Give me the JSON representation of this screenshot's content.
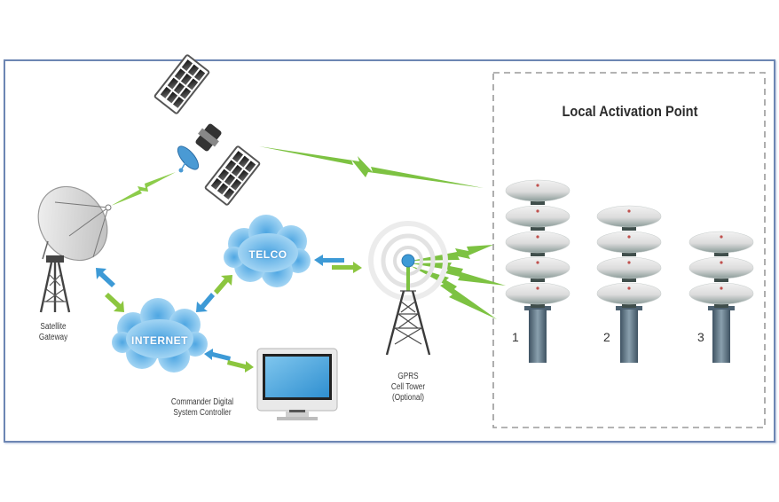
{
  "diagram": {
    "title": "Local Activation Point",
    "nodes": {
      "satellite": {
        "icon": "satellite-icon"
      },
      "satellite_gateway": {
        "label_line1": "Satellite",
        "label_line2": "Gateway",
        "icon": "satellite-dish-icon"
      },
      "telco": {
        "label": "TELCO",
        "icon": "cloud-icon"
      },
      "internet": {
        "label": "INTERNET",
        "icon": "cloud-icon"
      },
      "controller": {
        "label_line1": "Commander Digital",
        "label_line2": "System Controller",
        "icon": "monitor-icon"
      },
      "cell_tower": {
        "label_line1": "GPRS",
        "label_line2": "Cell Tower",
        "label_line3": "(Optional)",
        "icon": "cell-tower-icon"
      }
    },
    "activation_units": [
      {
        "number": "1",
        "stack_count": 5
      },
      {
        "number": "2",
        "stack_count": 4
      },
      {
        "number": "3",
        "stack_count": 3
      }
    ],
    "connections": [
      {
        "from": "satellite_gateway",
        "to": "satellite",
        "type": "wireless"
      },
      {
        "from": "satellite",
        "to": "local_activation_point",
        "type": "wireless"
      },
      {
        "from": "satellite_gateway",
        "to": "internet",
        "type": "bidirectional"
      },
      {
        "from": "internet",
        "to": "telco",
        "type": "bidirectional"
      },
      {
        "from": "internet",
        "to": "controller",
        "type": "bidirectional"
      },
      {
        "from": "telco",
        "to": "cell_tower",
        "type": "bidirectional"
      },
      {
        "from": "cell_tower",
        "to": "local_activation_point",
        "type": "wireless"
      }
    ],
    "colors": {
      "frame": "#6d86b3",
      "wireless": "#7dc242",
      "arrow_blue": "#3d9ad6",
      "arrow_green": "#8cc63f",
      "cloud": "#8ec8ee",
      "dashed_box": "#9a9a9a"
    }
  }
}
